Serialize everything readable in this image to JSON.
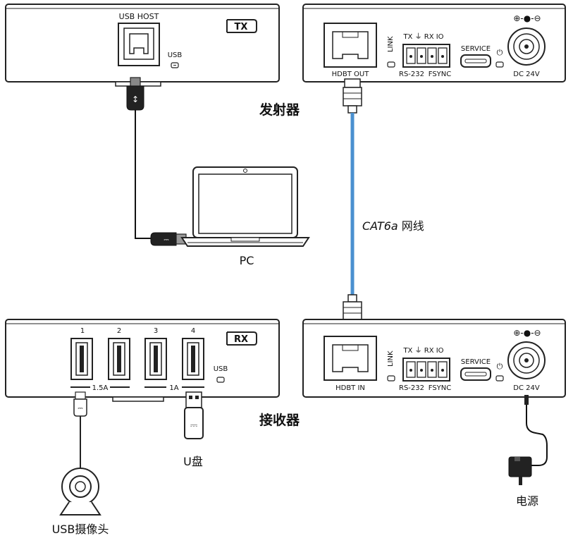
{
  "tx": {
    "badge": "TX",
    "usb_host_label": "USB HOST",
    "usb_led_label": "USB",
    "hdbt_label": "HDBT OUT",
    "link_label": "LINK",
    "rs232_top": "TX ⏚ RX IO",
    "rs232_label": "RS-232",
    "fsync_label": "FSYNC",
    "service_label": "SERVICE",
    "polarity": "⊕-●-⊖",
    "dc_label": "DC 24V",
    "power_symbol": "⏻"
  },
  "rx": {
    "badge": "RX",
    "port_numbers": [
      "1",
      "2",
      "3",
      "4"
    ],
    "usb_led_label": "USB",
    "current_label_1": "1.5A",
    "current_label_2": "1A",
    "hdbt_label": "HDBT IN",
    "link_label": "LINK",
    "rs232_top": "TX ⏚ RX IO",
    "rs232_label": "RS-232",
    "fsync_label": "FSYNC",
    "service_label": "SERVICE",
    "polarity": "⊕-●-⊖",
    "dc_label": "DC 24V",
    "power_symbol": "⏻"
  },
  "labels": {
    "transmitter": "发射器",
    "receiver": "接收器",
    "cable_prefix": "CAT6a",
    "cable_suffix": " 网线",
    "pc": "PC",
    "usb_drive": "U盘",
    "camera": "USB摄像头",
    "power": "电源"
  },
  "colors": {
    "cable_blue": "#4a90d0",
    "device_stroke": "#222222"
  },
  "icons": {
    "laptop": "laptop-icon",
    "webcam": "webcam-icon",
    "usb_drive": "usb-drive-icon",
    "power_adapter": "power-adapter-icon"
  }
}
